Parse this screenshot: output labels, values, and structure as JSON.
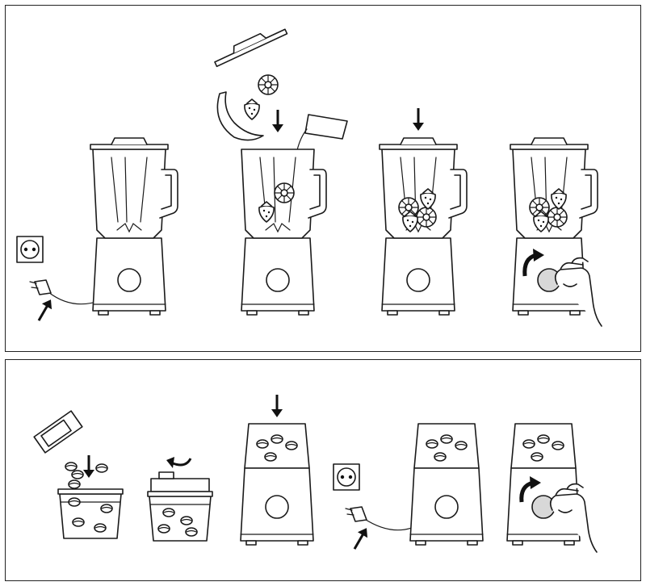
{
  "figure": {
    "top_panel": {
      "steps": [
        {
          "id": "plug-in",
          "icons": [
            "power-socket-icon",
            "power-plug-icon",
            "up-arrow-icon"
          ]
        },
        {
          "id": "add-ingredients",
          "icons": [
            "lid-icon",
            "banana-icon",
            "strawberry-icon",
            "pineapple-slice-icon",
            "down-arrow-icon",
            "liquid-glass-icon"
          ]
        },
        {
          "id": "close-lid",
          "icons": [
            "down-arrow-icon"
          ]
        },
        {
          "id": "turn-dial",
          "icons": [
            "curved-arrow-icon",
            "hand-icon",
            "dial-icon"
          ]
        }
      ]
    },
    "bottom_panel": {
      "steps": [
        {
          "id": "fill-grinder",
          "icons": [
            "coffee-bag-icon",
            "coffee-bean-icon",
            "down-arrow-icon"
          ]
        },
        {
          "id": "attach-blade",
          "icons": [
            "rotate-arrow-icon"
          ]
        },
        {
          "id": "mount-on-base",
          "icons": [
            "down-arrow-icon"
          ]
        },
        {
          "id": "plug-in",
          "icons": [
            "power-socket-icon",
            "power-plug-icon",
            "up-arrow-icon"
          ]
        },
        {
          "id": "turn-dial",
          "icons": [
            "curved-arrow-icon",
            "hand-icon",
            "dial-icon"
          ]
        }
      ]
    }
  },
  "colors": {
    "line": "#1a1a1a",
    "dial_active": "#d8d8d8",
    "background": "#ffffff"
  }
}
